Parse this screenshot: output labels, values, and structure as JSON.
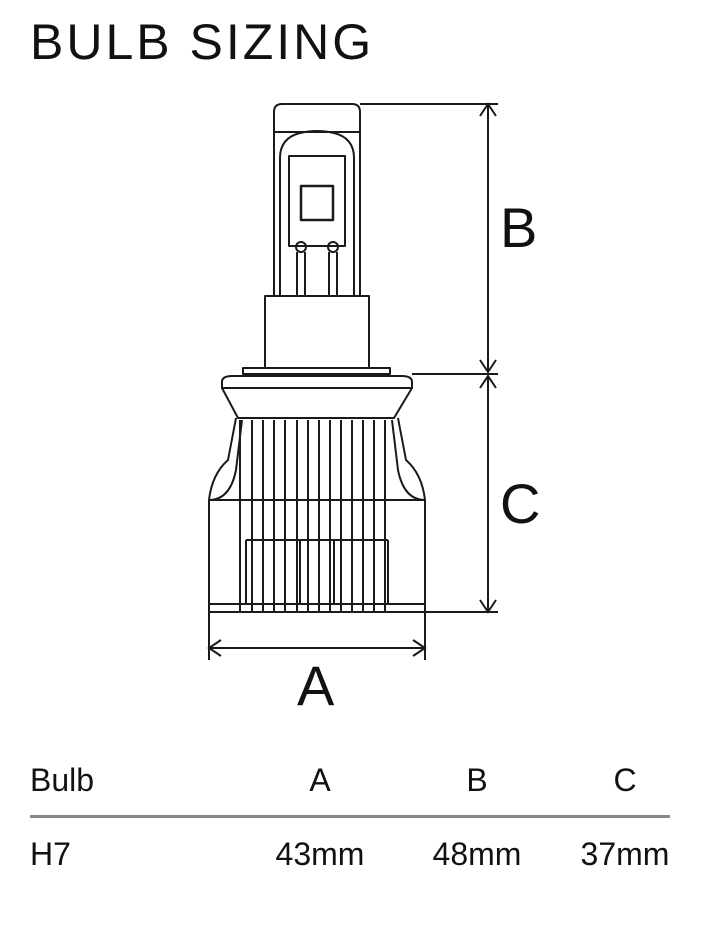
{
  "title": "BULB SIZING",
  "dimension_labels": {
    "a": "A",
    "b": "B",
    "c": "C"
  },
  "table": {
    "headers": [
      "Bulb",
      "A",
      "B",
      "C"
    ],
    "rows": [
      {
        "bulb": "H7",
        "a": "43mm",
        "b": "48mm",
        "c": "37mm"
      }
    ]
  }
}
